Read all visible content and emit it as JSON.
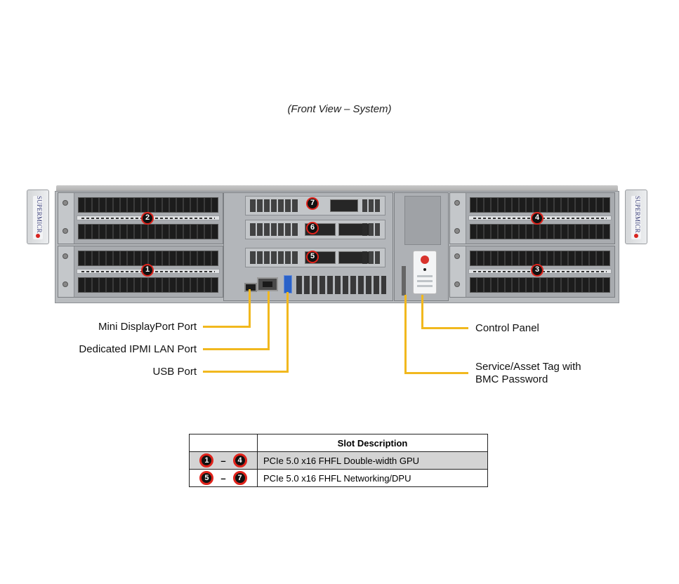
{
  "caption": "(Front View – System)",
  "brand": {
    "logo_text": "SUPERMICR",
    "logo_dot_color": "#d8231f"
  },
  "slot_badges": {
    "slot1": "1",
    "slot2": "2",
    "slot3": "3",
    "slot4": "4",
    "slot5": "5",
    "slot6": "6",
    "slot7": "7"
  },
  "callouts": {
    "mini_displayport": "Mini DisplayPort Port",
    "ipmi_lan": "Dedicated IPMI LAN Port",
    "usb": "USB Port",
    "control_panel": "Control Panel",
    "service_tag_line1": "Service/Asset Tag with",
    "service_tag_line2": "BMC Password",
    "line_color": "#f1b81e"
  },
  "slot_table": {
    "header": "Slot Description",
    "rows": [
      {
        "from": "1",
        "to": "4",
        "separator": "–",
        "description": "PCIe 5.0 x16 FHFL Double-width GPU"
      },
      {
        "from": "5",
        "to": "7",
        "separator": "–",
        "description": "PCIe 5.0 x16 FHFL Networking/DPU"
      }
    ]
  }
}
